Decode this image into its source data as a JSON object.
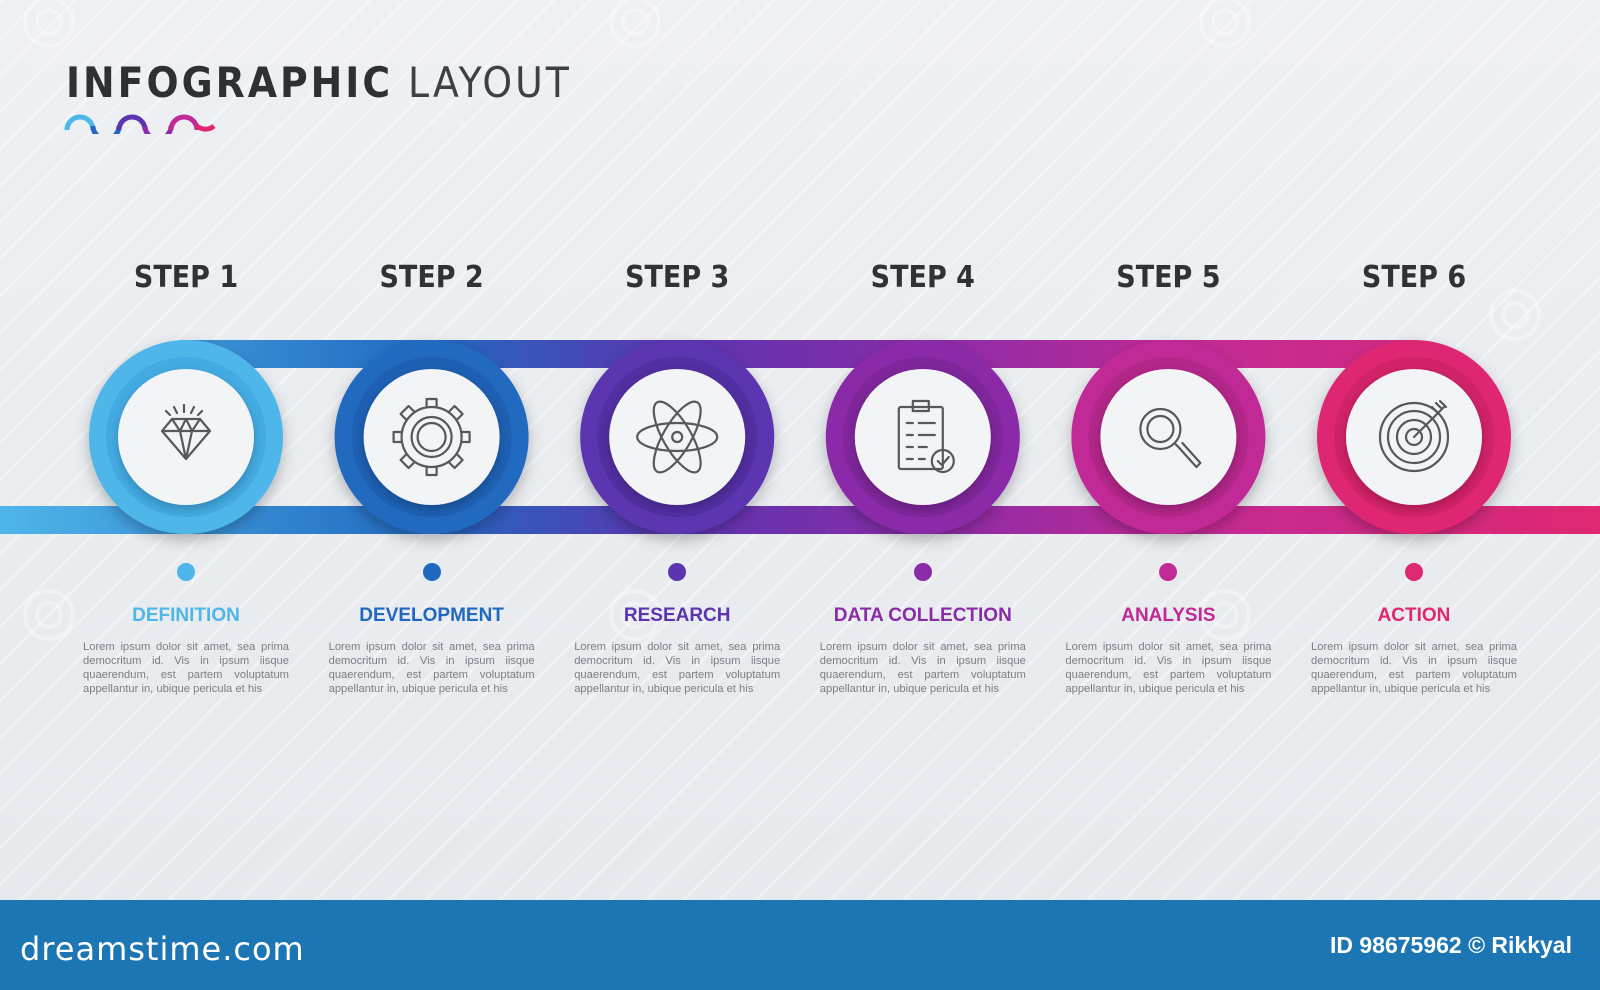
{
  "title": {
    "bold": "INFOGRAPHIC",
    "light": "LAYOUT"
  },
  "steps": [
    {
      "label": "STEP 1",
      "name": "DEFINITION",
      "icon": "diamond-icon",
      "color": "#4fb6ea",
      "ring_dark": "#3aa3dc",
      "desc": "Lorem ipsum dolor sit amet, sea prima democritum id. Vis in ipsum iisque quaerendum, est partem voluptatum appellantur in, ubique pericula et his"
    },
    {
      "label": "STEP 2",
      "name": "DEVELOPMENT",
      "icon": "gear-icon",
      "color": "#2169c0",
      "ring_dark": "#1a59a8",
      "desc": "Lorem ipsum dolor sit amet, sea prima democritum id. Vis in ipsum iisque quaerendum, est partem voluptatum appellantur in, ubique pericula et his"
    },
    {
      "label": "STEP 3",
      "name": "RESEARCH",
      "icon": "atom-icon",
      "color": "#5b35b0",
      "ring_dark": "#4b2a98",
      "desc": "Lorem ipsum dolor sit amet, sea prima democritum id. Vis in ipsum iisque quaerendum, est partem voluptatum appellantur in, ubique pericula et his"
    },
    {
      "label": "STEP 4",
      "name": "DATA COLLECTION",
      "icon": "clipboard-checklist-icon",
      "color": "#8a2ca8",
      "ring_dark": "#77238f",
      "desc": "Lorem ipsum dolor sit amet, sea prima democritum id. Vis in ipsum iisque quaerendum, est partem voluptatum appellantur in, ubique pericula et his"
    },
    {
      "label": "STEP 5",
      "name": "ANALYSIS",
      "icon": "magnifier-icon",
      "color": "#c12a96",
      "ring_dark": "#a82282",
      "desc": "Lorem ipsum dolor sit amet, sea prima democritum id. Vis in ipsum iisque quaerendum, est partem voluptatum appellantur in, ubique pericula et his"
    },
    {
      "label": "STEP 6",
      "name": "ACTION",
      "icon": "target-arrow-icon",
      "color": "#df2872",
      "ring_dark": "#c41f60",
      "desc": "Lorem ipsum dolor sit amet, sea prima democritum id. Vis in ipsum iisque quaerendum, est partem voluptatum appellantur in, ubique pericula et his"
    }
  ],
  "footer": {
    "brand": "dreamstime.com",
    "credit": "ID 98675962 © Rikkyal"
  }
}
